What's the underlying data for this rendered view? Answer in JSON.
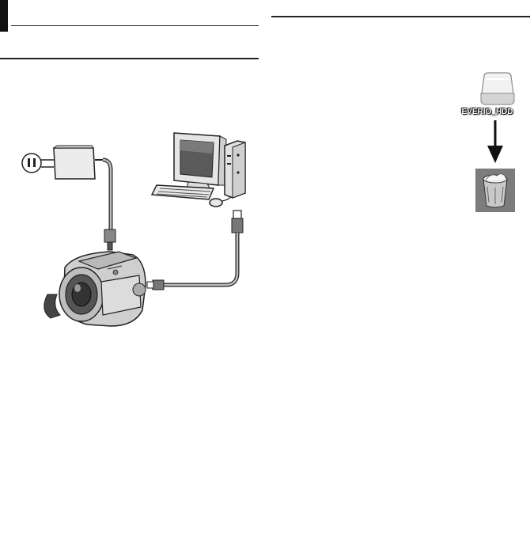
{
  "desktop": {
    "drive_icon": "external-drive-icon",
    "drive_label": "EVERIO_HDD",
    "trash_icon": "trash-icon",
    "action_arrow": "arrow-down-icon"
  },
  "illustration": {
    "items": [
      "ac-adapter",
      "wall-outlet",
      "desktop-computer",
      "camcorder",
      "usb-cable",
      "dc-cable"
    ]
  },
  "colors": {
    "ink": "#222222",
    "paper": "#ffffff",
    "grey": "#bdbdbd"
  }
}
